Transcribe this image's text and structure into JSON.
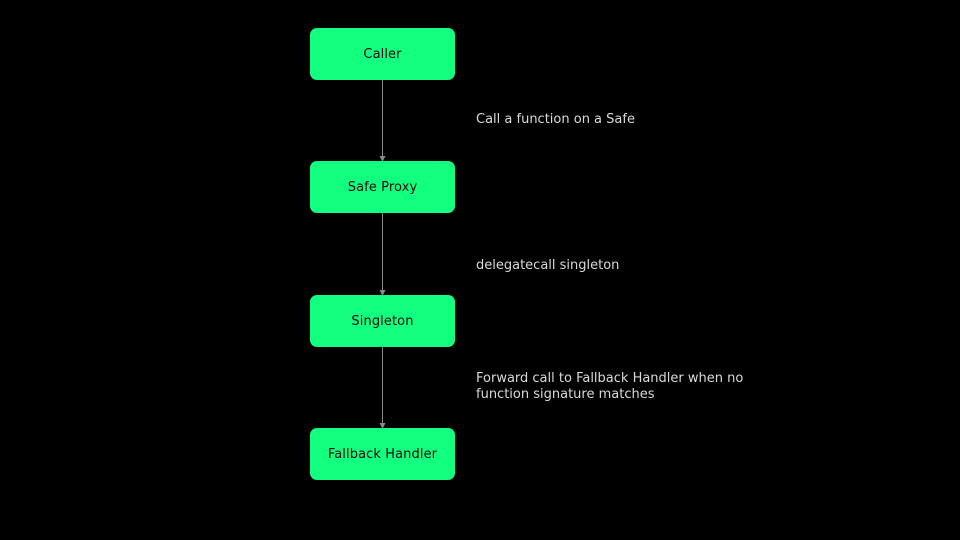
{
  "colors": {
    "background": "#000000",
    "node_fill": "#12ff80",
    "node_text": "#0b0b0b",
    "edge": "#8a8a8a",
    "label_text": "#d9d9d9"
  },
  "nodes": [
    {
      "id": "caller",
      "label": "Caller"
    },
    {
      "id": "safe-proxy",
      "label": "Safe Proxy"
    },
    {
      "id": "singleton",
      "label": "Singleton"
    },
    {
      "id": "fallback-handler",
      "label": "Fallback Handler"
    }
  ],
  "edges": [
    {
      "from": "caller",
      "to": "safe-proxy",
      "label": "Call a function on a Safe"
    },
    {
      "from": "safe-proxy",
      "to": "singleton",
      "label": "delegatecall singleton"
    },
    {
      "from": "singleton",
      "to": "fallback-handler",
      "label": "Forward call to Fallback Handler when no function signature matches"
    }
  ]
}
